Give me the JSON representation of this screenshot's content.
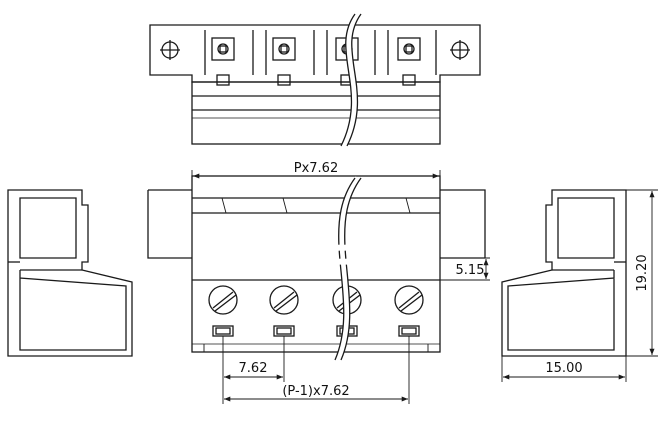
{
  "drawing": {
    "colors": {
      "line": "#1a1a1a",
      "background": "#ffffff"
    },
    "dimensions": {
      "overall_width": "Px7.62",
      "pitch": "7.62",
      "span": "(P-1)x7.62",
      "offset_height": "5.15",
      "depth": "15.00",
      "height": "19.20"
    },
    "pin_count_shown": 4
  }
}
